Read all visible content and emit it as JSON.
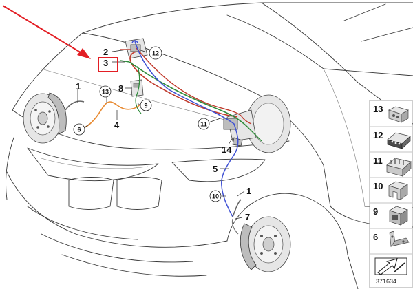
{
  "diagram": {
    "callouts": [
      {
        "id": "c2",
        "text": "2"
      },
      {
        "id": "c3",
        "text": "3"
      },
      {
        "id": "c12",
        "text": "12"
      },
      {
        "id": "c8",
        "text": "8"
      },
      {
        "id": "c1a",
        "text": "1"
      },
      {
        "id": "c13",
        "text": "13"
      },
      {
        "id": "c9",
        "text": "9"
      },
      {
        "id": "c6",
        "text": "6"
      },
      {
        "id": "c4",
        "text": "4"
      },
      {
        "id": "c11",
        "text": "11"
      },
      {
        "id": "c14",
        "text": "14"
      },
      {
        "id": "c5",
        "text": "5"
      },
      {
        "id": "c1b",
        "text": "1"
      },
      {
        "id": "c10",
        "text": "10"
      },
      {
        "id": "c7",
        "text": "7"
      }
    ],
    "legend": [
      {
        "num": "13",
        "icon": "clip-double-icon"
      },
      {
        "num": "12",
        "icon": "clip-strip-icon"
      },
      {
        "num": "11",
        "icon": "clip-comb-icon"
      },
      {
        "num": "10",
        "icon": "clip-channel-icon"
      },
      {
        "num": "9",
        "icon": "clip-block-icon"
      },
      {
        "num": "6",
        "icon": "bracket-icon"
      }
    ],
    "reference_number": "371634",
    "colors": {
      "highlight_box": "#e31e24",
      "pointer_arrow": "#e31e24",
      "line_red": "#c0392b",
      "line_green": "#2e8b3a",
      "line_blue": "#3f51d4",
      "line_orange": "#e8892f"
    }
  }
}
